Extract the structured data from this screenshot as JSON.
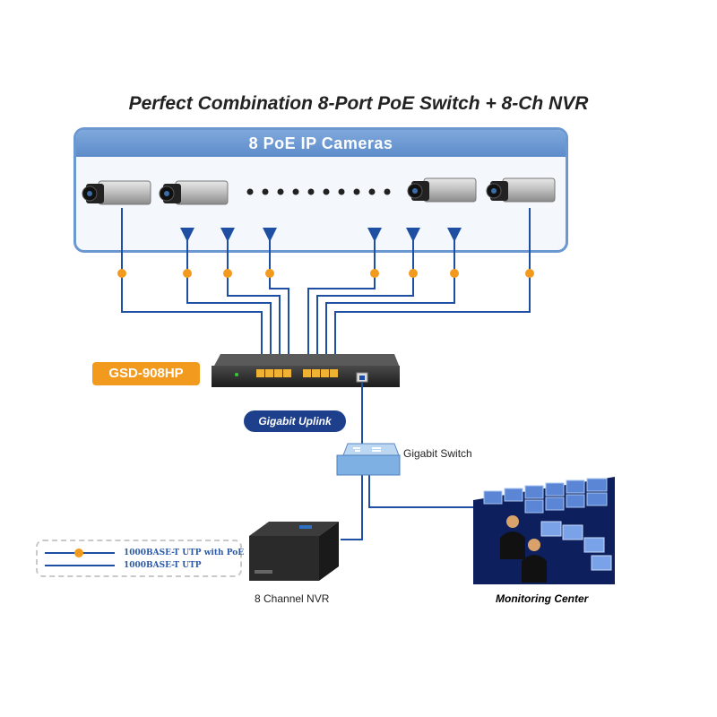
{
  "title": "Perfect Combination 8-Port PoE Switch + 8-Ch NVR",
  "cameras_panel": {
    "header": "8 PoE IP Cameras"
  },
  "switch": {
    "model": "GSD-908HP"
  },
  "uplink": {
    "label": "Gigabit Uplink"
  },
  "gigabit_switch": {
    "label": "Gigabit Switch"
  },
  "nvr": {
    "label": "8 Channel NVR"
  },
  "monitoring": {
    "label": "Monitoring Center"
  },
  "legend": {
    "poe": "1000BASE-T UTP with PoE",
    "utp": "1000BASE-T UTP"
  },
  "colors": {
    "line": "#1f4fa3",
    "poe_marker": "#f29a1d",
    "panel_border": "#6b98d0",
    "badge_orange": "#f29a1d",
    "badge_navy": "#1d3f8c"
  }
}
